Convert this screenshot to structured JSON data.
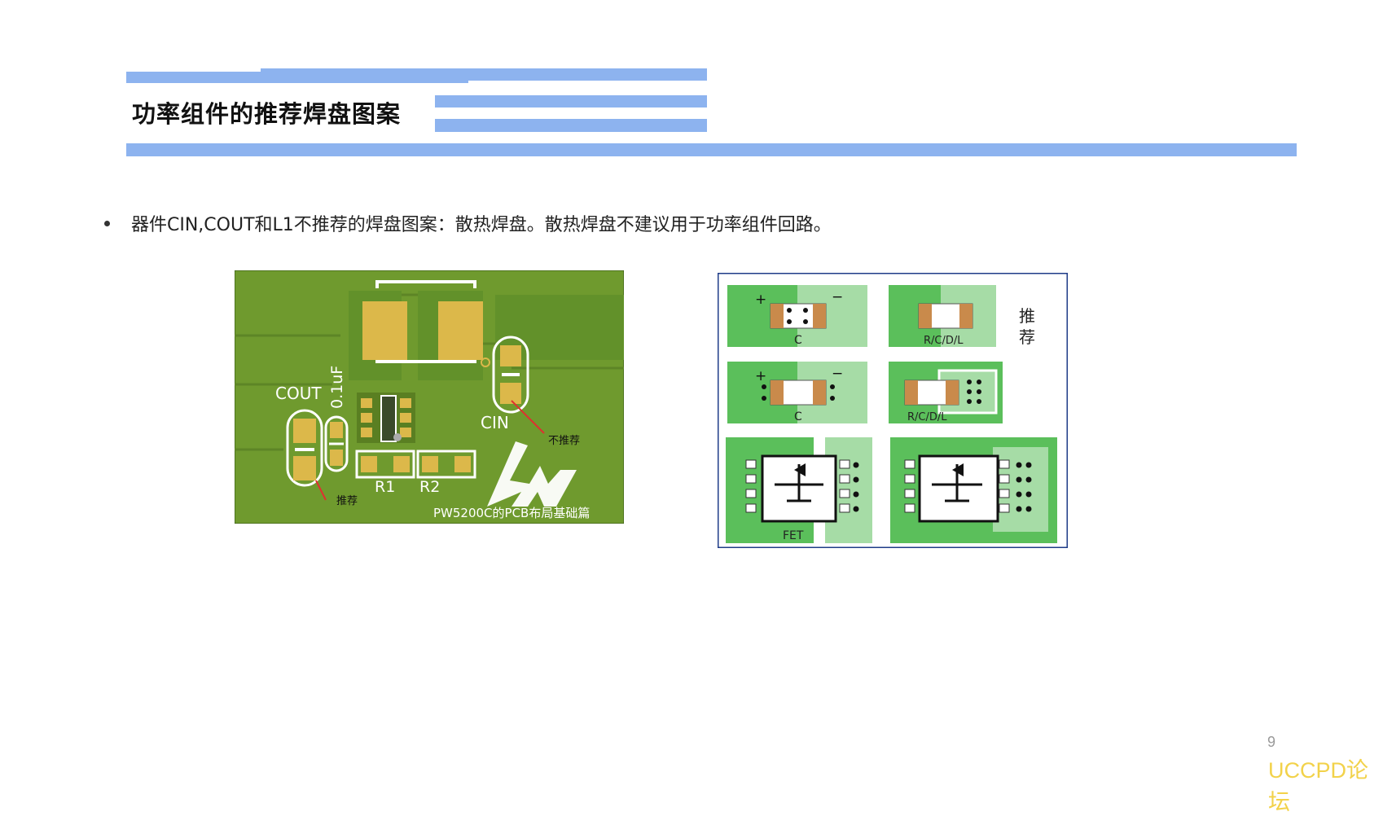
{
  "slide": {
    "title": "功率组件的推荐焊盘图案",
    "bullet": "器件CIN,COUT和L1不推荐的焊盘图案：散热焊盘。散热焊盘不建议用于功率组件回路。",
    "page_number": "9",
    "watermark": "UCCPD论坛"
  },
  "colors": {
    "header_bar": "#8db3ef",
    "pcb_green": "#6f9a2e",
    "pad_gold": "#dcb84a",
    "diagram_green": "#5bbf5b",
    "diagram_light_green": "#a6dca6",
    "frame_blue": "#1f3c88"
  },
  "pcb_image": {
    "label_cout": "COUT",
    "label_cap": "0.1uF",
    "label_cin": "CIN",
    "label_r1": "R1",
    "label_r2": "R2",
    "note_not_recommended": "不推荐",
    "note_recommended": "推荐",
    "caption": "PW5200C的PCB布局基础篇"
  },
  "pad_diagram": {
    "plus": "+",
    "minus": "−",
    "c1": "C",
    "c2": "C",
    "rcdl1": "R/C/D/L",
    "rcdl2": "R/C/D/L",
    "fet": "FET",
    "recommend_1": "推",
    "recommend_2": "荐"
  }
}
